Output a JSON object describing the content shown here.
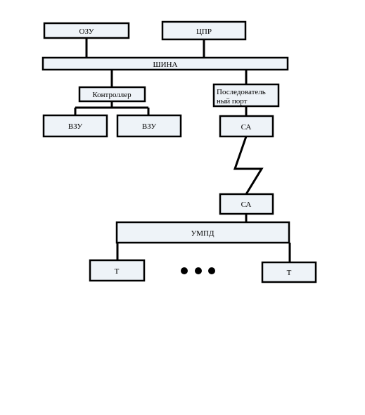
{
  "diagram": {
    "nodes": {
      "ram": "ОЗУ",
      "cpu": "ЦПР",
      "bus": "ШИНА",
      "controller": "Контроллер",
      "serial_port_line1": "Последователь",
      "serial_port_line2": "ный порт",
      "ext_storage_1": "ВЗУ",
      "ext_storage_2": "ВЗУ",
      "adapter_top": "СА",
      "adapter_bottom": "СА",
      "multiplexer": "УМПД",
      "terminal_left": "Т",
      "terminal_right": "Т"
    },
    "edges": [
      [
        "ОЗУ",
        "ШИНА"
      ],
      [
        "ЦПР",
        "ШИНА"
      ],
      [
        "ШИНА",
        "Контроллер"
      ],
      [
        "ШИНА",
        "Последовательный порт"
      ],
      [
        "Контроллер",
        "ВЗУ"
      ],
      [
        "Контроллер",
        "ВЗУ"
      ],
      [
        "Последовательный порт",
        "СА"
      ],
      [
        "СА",
        "СА"
      ],
      [
        "СА",
        "УМПД"
      ],
      [
        "УМПД",
        "Т"
      ],
      [
        "УМПД",
        "Т"
      ]
    ]
  }
}
